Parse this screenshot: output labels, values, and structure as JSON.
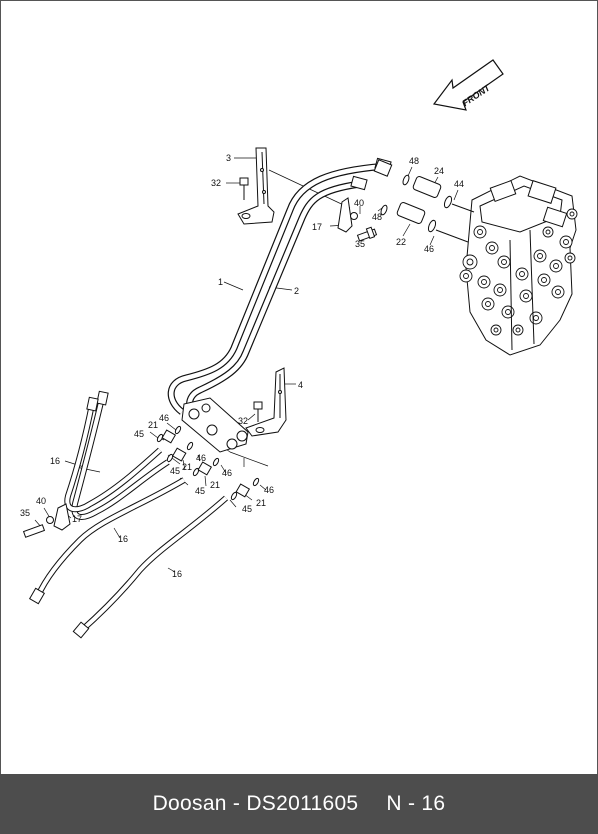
{
  "diagram": {
    "direction_arrow_text": "FRONT",
    "part_labels": {
      "p1": "1",
      "p2": "2",
      "p3": "3",
      "p4": "4",
      "p16a": "16",
      "p16b": "16",
      "p16c": "16",
      "p17a": "17",
      "p17b": "17",
      "p21a": "21",
      "p21b": "21",
      "p21c": "21",
      "p21d": "21",
      "p22": "22",
      "p24": "24",
      "p32a": "32",
      "p32b": "32",
      "p35a": "35",
      "p35b": "35",
      "p40a": "40",
      "p40b": "40",
      "p44": "44",
      "p45a": "45",
      "p45b": "45",
      "p45c": "45",
      "p45d": "45",
      "p46a": "46",
      "p46b": "46",
      "p46c": "46",
      "p46d": "46",
      "p46e": "46",
      "p48a": "48",
      "p48b": "48"
    }
  },
  "footer": {
    "title": "Doosan - DS2011605",
    "page_code": "N - 16"
  }
}
